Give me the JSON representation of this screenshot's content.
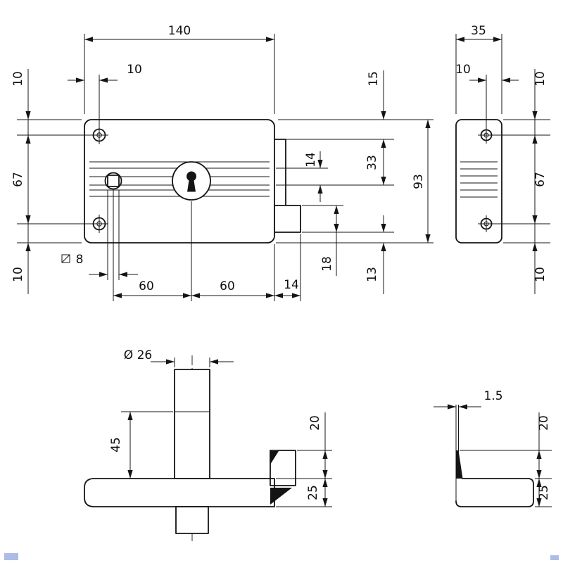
{
  "meta": {
    "watermark_color": "#5b79d0"
  },
  "front": {
    "width": "140",
    "hole_offset": "10",
    "left_top": "10",
    "left_mid": "67",
    "left_bottom": "10",
    "square_size": "8",
    "bottom_left": "60",
    "bottom_right": "60",
    "bolt_throw": "14",
    "right_15": "15",
    "right_14": "14",
    "right_33": "33",
    "height": "93",
    "right_18": "18",
    "right_13": "13"
  },
  "side": {
    "width": "35",
    "hole_offset": "10",
    "right_top": "10",
    "right_mid": "67",
    "right_bottom": "10"
  },
  "cylinder": {
    "diameter": "Ø 26",
    "length": "45",
    "dim_20": "20",
    "dim_25": "25"
  },
  "profile": {
    "thickness": "1.5",
    "dim_20": "20",
    "dim_25": "25"
  }
}
